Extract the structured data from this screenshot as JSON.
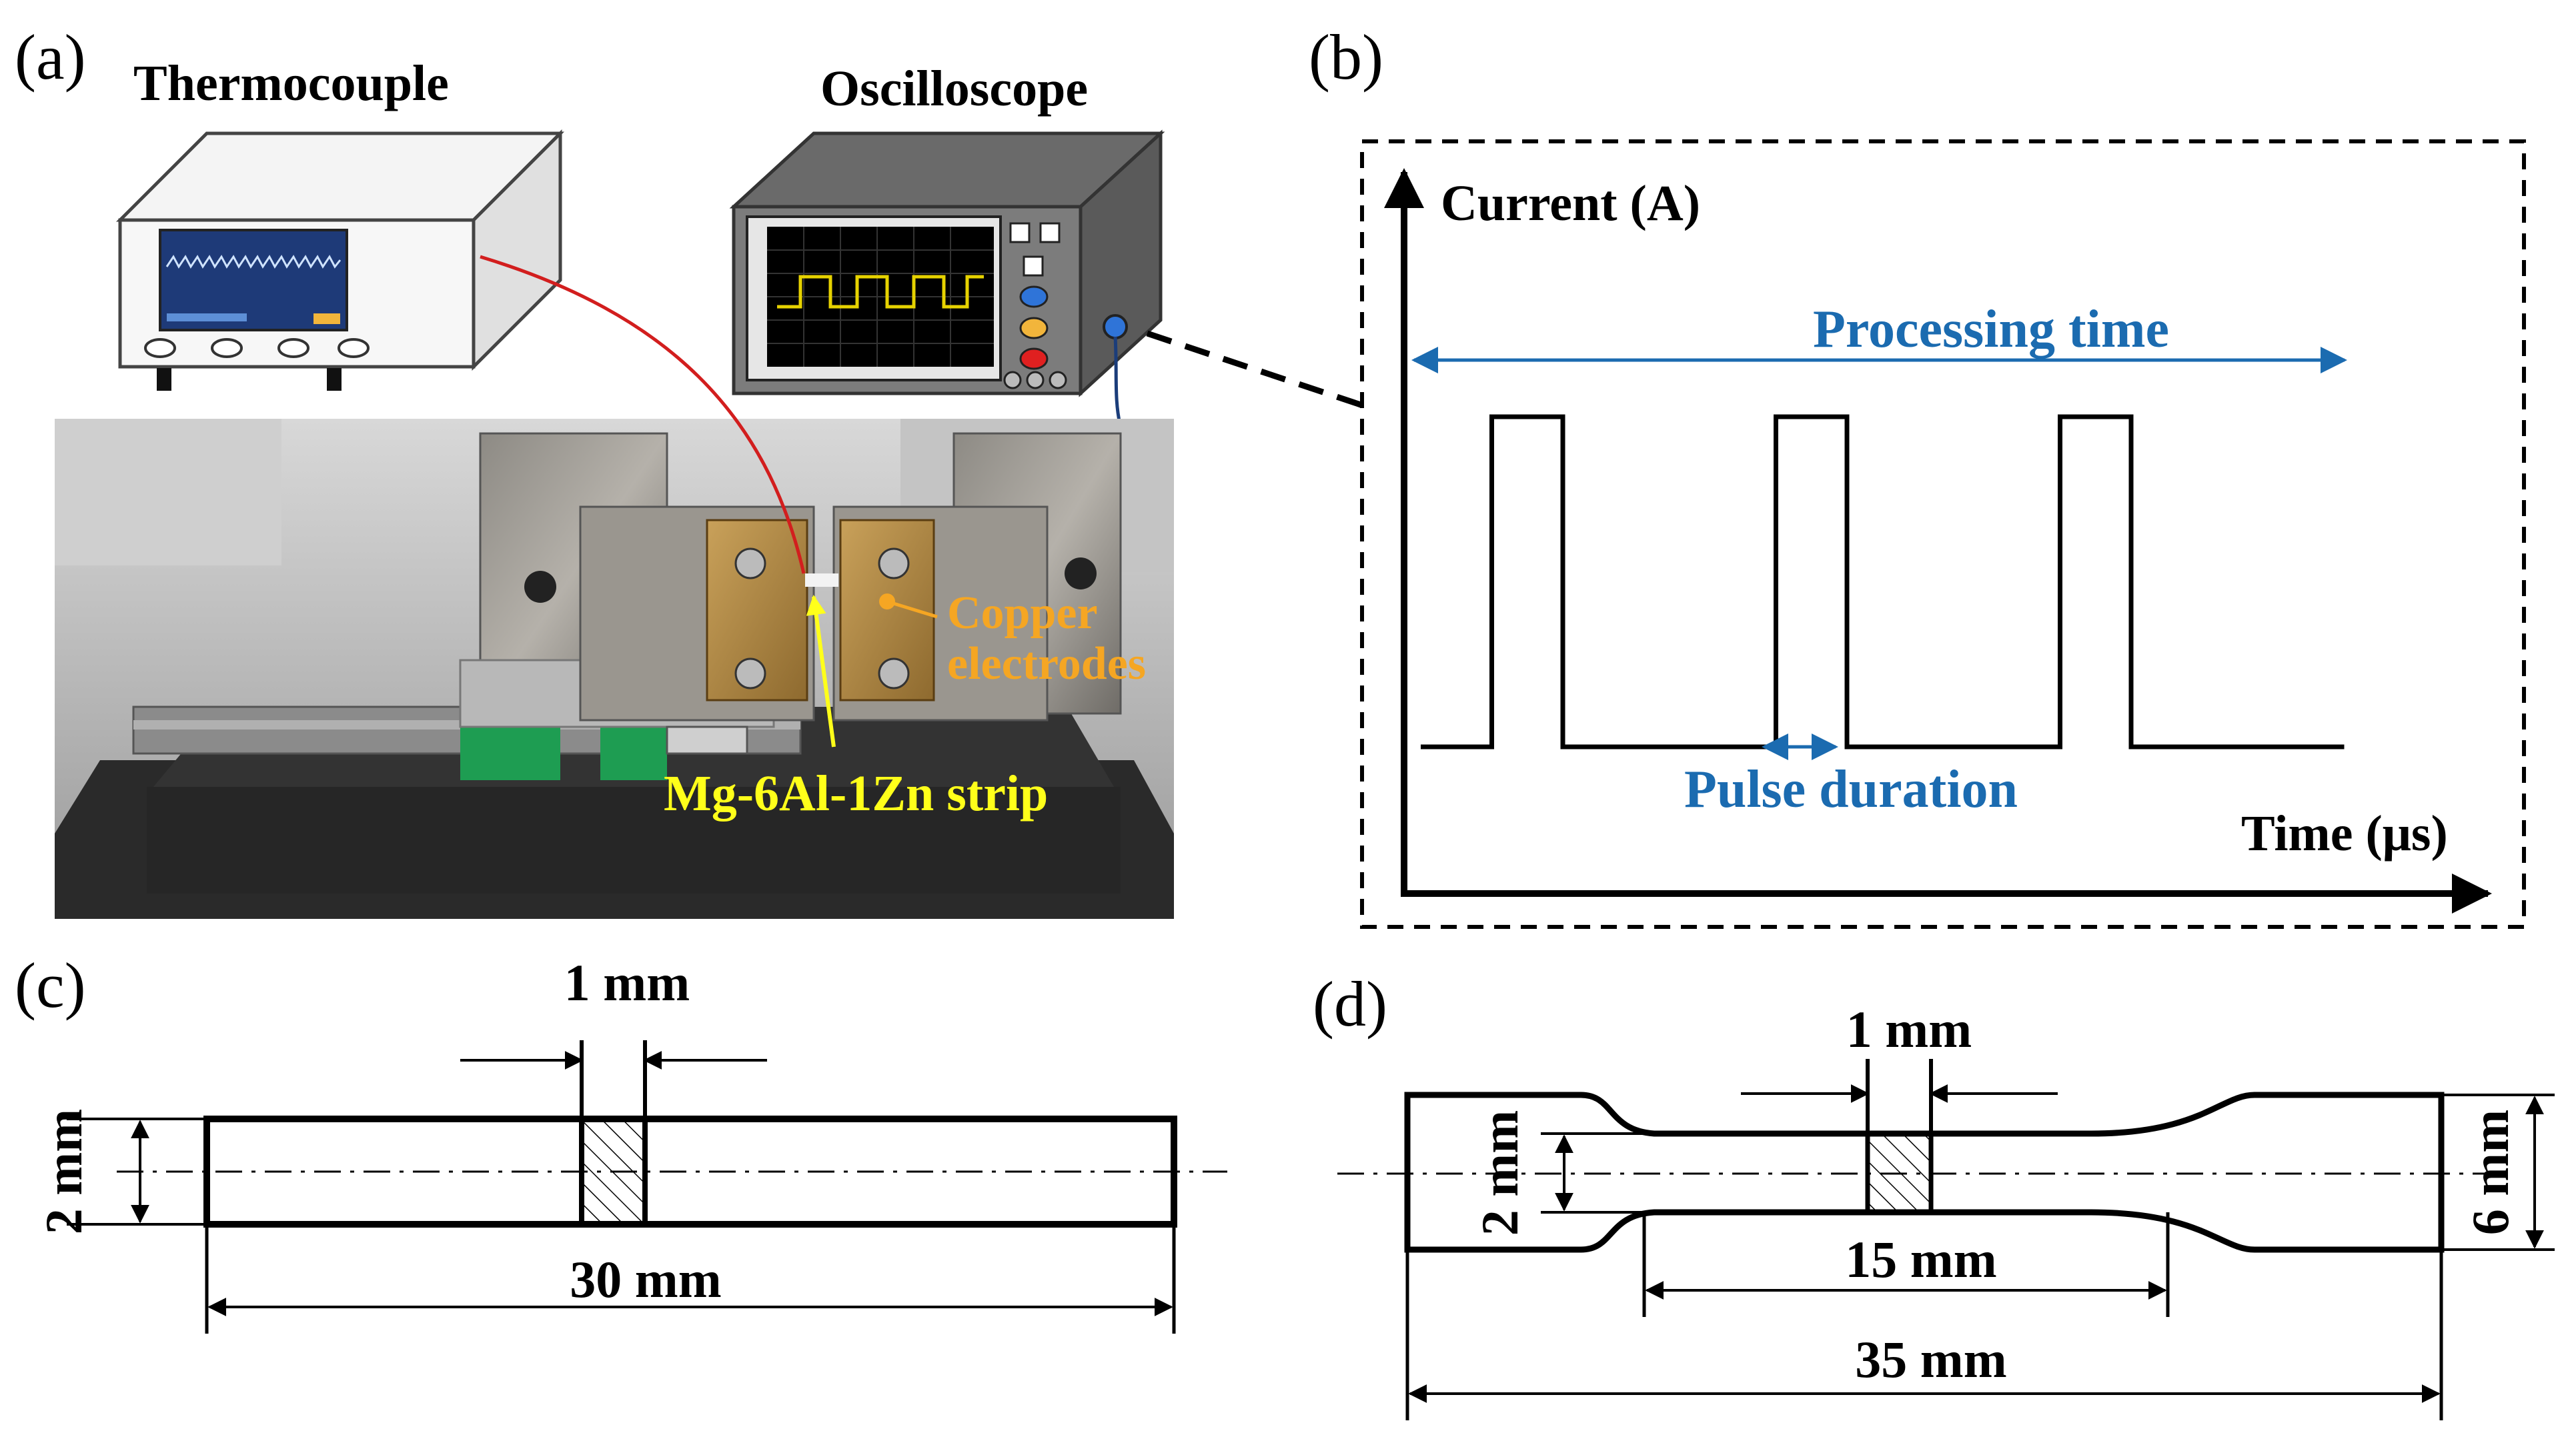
{
  "panels": {
    "a": {
      "label": "(a)",
      "thermocouple_label": "Thermocouple",
      "oscilloscope_label": "Oscilloscope",
      "copper_label_line1": "Copper",
      "copper_label_line2": "electrodes",
      "strip_label": "Mg-6Al-1Zn strip"
    },
    "b": {
      "label": "(b)",
      "y_axis_label": "Current (A)",
      "x_axis_label": "Time (μs)",
      "processing_time_label": "Processing time",
      "pulse_duration_label": "Pulse duration"
    },
    "c": {
      "label": "(c)",
      "gauge_width": "1 mm",
      "height": "2 mm",
      "length": "30 mm"
    },
    "d": {
      "label": "(d)",
      "gauge_width": "1 mm",
      "gauge_height": "2 mm",
      "grip_height": "6 mm",
      "gauge_length": "15 mm",
      "total_length": "35 mm"
    }
  },
  "colors": {
    "annotation_blue": "#1b6bb0",
    "strip_yellow": "#ffff1a",
    "copper_orange": "#f5a623",
    "wire_red": "#d21e1e",
    "trace_yellow": "#e6d200"
  },
  "chart_data": {
    "type": "line",
    "title": "",
    "xlabel": "Time (μs)",
    "ylabel": "Current (A)",
    "series": [
      {
        "name": "",
        "x": [
          0,
          1,
          1,
          2,
          2,
          5,
          5,
          6,
          6,
          9,
          9,
          10,
          10,
          13
        ],
        "y": [
          0,
          0,
          1,
          1,
          0,
          0,
          1,
          1,
          0,
          0,
          1,
          1,
          0,
          0
        ]
      }
    ],
    "annotations": [
      "Processing time",
      "Pulse duration"
    ]
  }
}
